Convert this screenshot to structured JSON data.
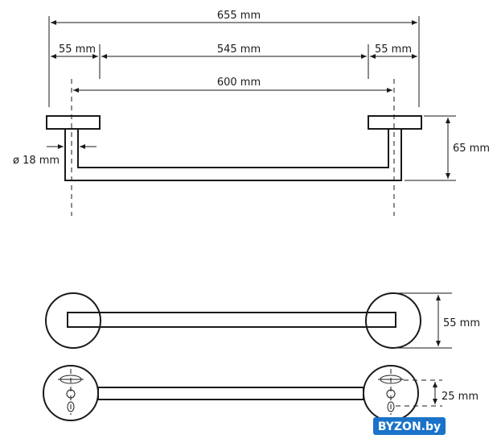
{
  "dimensions": {
    "overall_width": "655 mm",
    "left_base": "55 mm",
    "bar_span": "545 mm",
    "right_base": "55 mm",
    "center_distance": "600 mm",
    "bar_diameter": "ø 18 mm",
    "projection_depth": "65 mm",
    "base_diameter": "55 mm",
    "screw_spacing": "25 mm"
  },
  "watermark": {
    "text": "BYZON.by",
    "background_color": "#1a73c8"
  }
}
